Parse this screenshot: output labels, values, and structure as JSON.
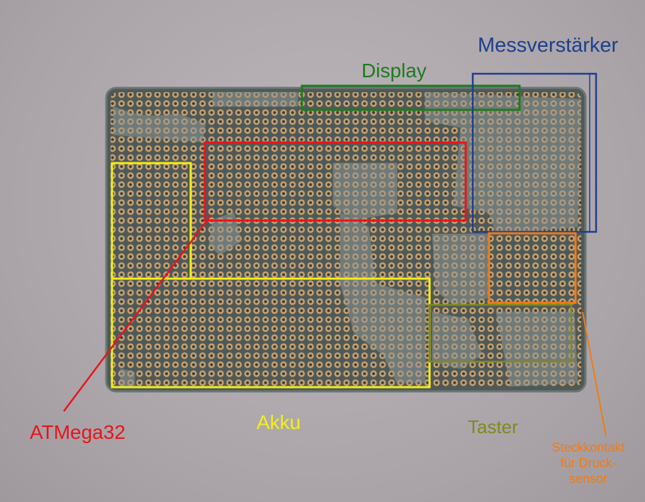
{
  "photo": {
    "subject": "perfboard",
    "colors": {
      "background": "#b3adb2",
      "board": "#4f5a58",
      "board_edge": "#6b7674",
      "pad": "#c9a271",
      "hole": "#3a3f3d",
      "solder": "#8f9694"
    }
  },
  "annotations": {
    "messverstaerker": {
      "label": "Messverstärker",
      "color": "#1e3f8c"
    },
    "display": {
      "label": "Display",
      "color": "#1f7a1f"
    },
    "atmega32": {
      "label": "ATMega32",
      "color": "#e8141b"
    },
    "akku": {
      "label": "Akku",
      "color": "#f2ef1a"
    },
    "taster": {
      "label": "Taster",
      "color": "#7f8a1d"
    },
    "steckkontakt": {
      "label_lines": [
        "Steckkontakt",
        "für Druck-",
        "sensor"
      ],
      "color": "#f07b16"
    }
  }
}
